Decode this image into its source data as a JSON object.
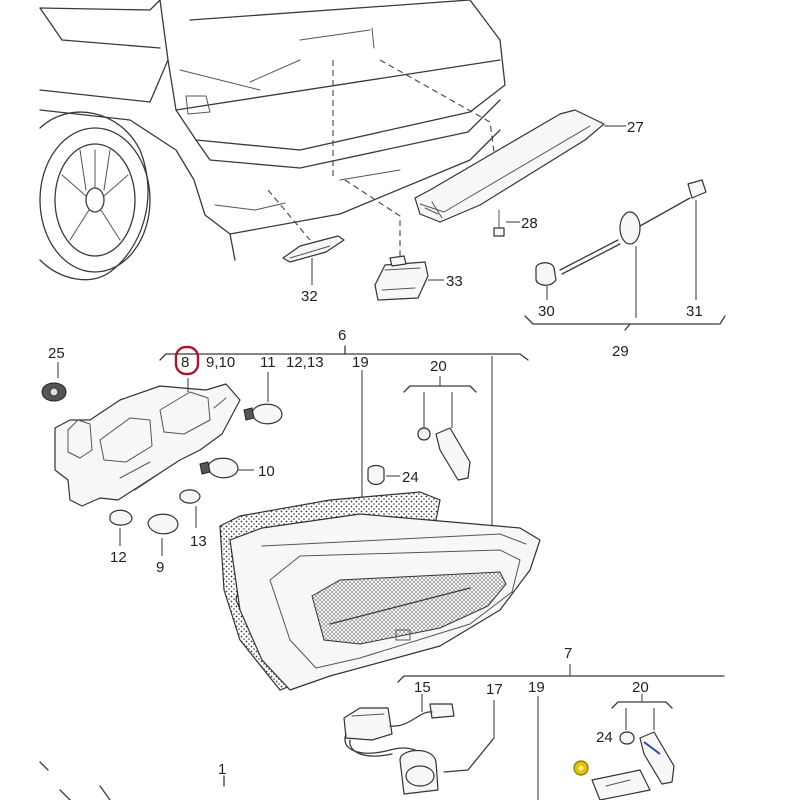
{
  "labels": {
    "l1": "1",
    "l6": "6",
    "l7": "7",
    "l8": "8",
    "l9_10": "9,10",
    "l9": "9",
    "l10": "10",
    "l11": "11",
    "l12_13": "12,13",
    "l12": "12",
    "l13": "13",
    "l15": "15",
    "l17": "17",
    "l19a": "19",
    "l19b": "19",
    "l20a": "20",
    "l20b": "20",
    "l24a": "24",
    "l24b": "24",
    "l25": "25",
    "l27": "27",
    "l28": "28",
    "l29": "29",
    "l30": "30",
    "l31": "31",
    "l32": "32",
    "l33": "33"
  },
  "colors": {
    "highlight": "#b1122b",
    "line": "#3a3a3a",
    "accent_part": "#e8c200"
  },
  "highlighted_label": "8"
}
